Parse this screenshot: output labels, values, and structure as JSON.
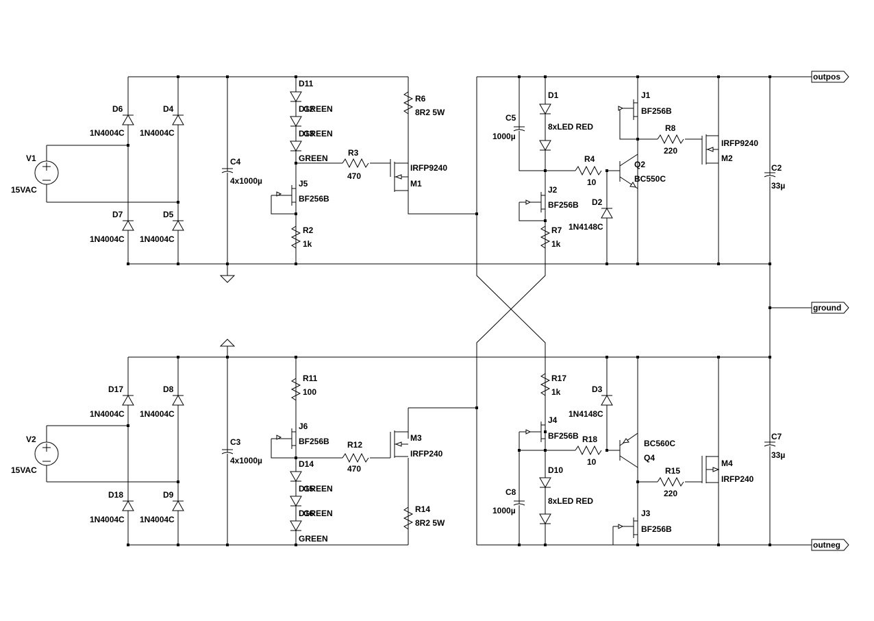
{
  "ports": {
    "outpos": "outpos",
    "ground": "ground",
    "outneg": "outneg"
  },
  "labels": {
    "V1": "V1",
    "V1_val": "15VAC",
    "V2": "V2",
    "V2_val": "15VAC",
    "D6": "D6",
    "D6_val": "1N4004C",
    "D4": "D4",
    "D4_val": "1N4004C",
    "D7": "D7",
    "D7_val": "1N4004C",
    "D5": "D5",
    "D5_val": "1N4004C",
    "D17": "D17",
    "D17_val": "1N4004C",
    "D8": "D8",
    "D8_val": "1N4004C",
    "D18": "D18",
    "D18_val": "1N4004C",
    "D9": "D9",
    "D9_val": "1N4004C",
    "C4": "C4",
    "C4_val": "4x1000µ",
    "C3": "C3",
    "C3_val": "4x1000µ",
    "D11": "D11",
    "D12": "D12",
    "D13": "D13",
    "GREEN1": "GREEN",
    "GREEN2": "GREEN",
    "GREEN3": "GREEN",
    "J5": "J5",
    "J5_val": "BF256B",
    "R2": "R2",
    "R2_val": "1k",
    "R3": "R3",
    "R3_val": "470",
    "R6": "R6",
    "R6_val": "8R2 5W",
    "M1": "M1",
    "M1_val": "IRFP9240",
    "R11": "R11",
    "R11_val": "100",
    "J6": "J6",
    "J6_val": "BF256B",
    "D14": "D14",
    "D15": "D15",
    "D16": "D16",
    "GREEN4": "GREEN",
    "GREEN5": "GREEN",
    "GREEN6": "GREEN",
    "R12": "R12",
    "R12_val": "470",
    "M3": "M3",
    "M3_val": "IRFP240",
    "R14": "R14",
    "R14_val": "8R2 5W",
    "D1": "D1",
    "D1_val": "8xLED RED",
    "C5": "C5",
    "C5_val": "1000µ",
    "J2": "J2",
    "J2_val": "BF256B",
    "R7": "R7",
    "R7_val": "1k",
    "R4": "R4",
    "R4_val": "10",
    "D2": "D2",
    "D2_val": "1N4148C",
    "Q2": "Q2",
    "Q2_val": "BC550C",
    "J1": "J1",
    "J1_val": "BF256B",
    "R8": "R8",
    "R8_val": "220",
    "M2": "M2",
    "M2_val": "IRFP9240",
    "C2": "C2",
    "C2_val": "33µ",
    "R17": "R17",
    "R17_val": "1k",
    "J4": "J4",
    "J4_val": "BF256B",
    "C8": "C8",
    "C8_val": "1000µ",
    "D10": "D10",
    "D10_val": "8xLED RED",
    "R18": "R18",
    "R18_val": "10",
    "D3": "D3",
    "D3_val": "1N4148C",
    "Q4": "Q4",
    "Q4_val": "BC560C",
    "R15": "R15",
    "R15_val": "220",
    "J3": "J3",
    "J3_val": "BF256B",
    "M4": "M4",
    "M4_val": "IRFP240",
    "C7": "C7",
    "C7_val": "33µ"
  }
}
